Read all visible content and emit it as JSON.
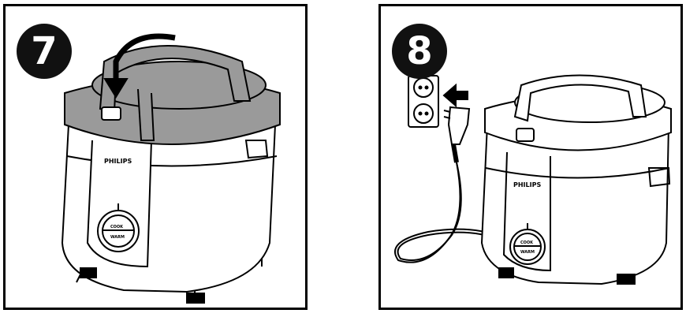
{
  "steps": [
    {
      "number": "7",
      "brand": "PHILIPS",
      "button_top": "COOK",
      "button_bottom": "WARM"
    },
    {
      "number": "8",
      "brand": "PHILIPS",
      "button_top": "COOK",
      "button_bottom": "WARM"
    }
  ],
  "colors": {
    "lid": "#9a9a9a",
    "outline": "#000000",
    "badge": "#111111"
  },
  "icons": [
    "curved-arrow-icon",
    "plug-arrow-icon",
    "wall-socket-icon"
  ]
}
